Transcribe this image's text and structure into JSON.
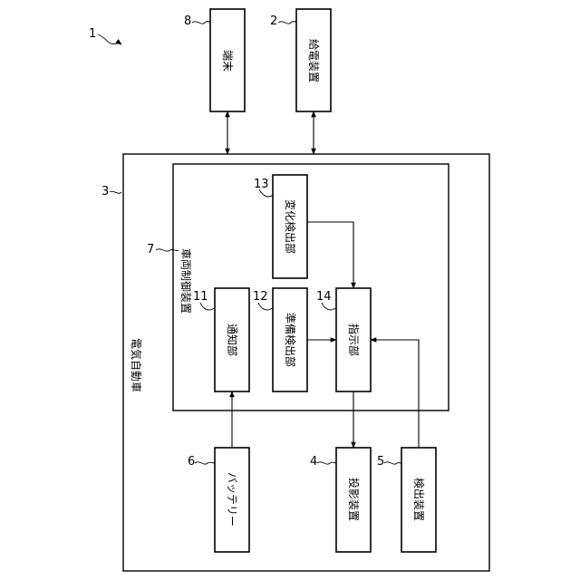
{
  "refs": {
    "system": "1",
    "charger": "2",
    "vehicle": "3",
    "projector": "4",
    "detector": "5",
    "battery": "6",
    "controller": "7",
    "terminal": "8",
    "notifier": "11",
    "prep_detector": "12",
    "change_detector": "13",
    "instructor": "14"
  },
  "labels": {
    "terminal": "端末",
    "charger": "給電装置",
    "vehicle": "電気自動車",
    "controller": "車両制御装置",
    "change_detector": "変化検出部",
    "notifier": "通知部",
    "prep_detector": "準備検出部",
    "instructor": "指示部",
    "battery": "バッテリー",
    "projector": "投影装置",
    "detector": "検出装置"
  }
}
